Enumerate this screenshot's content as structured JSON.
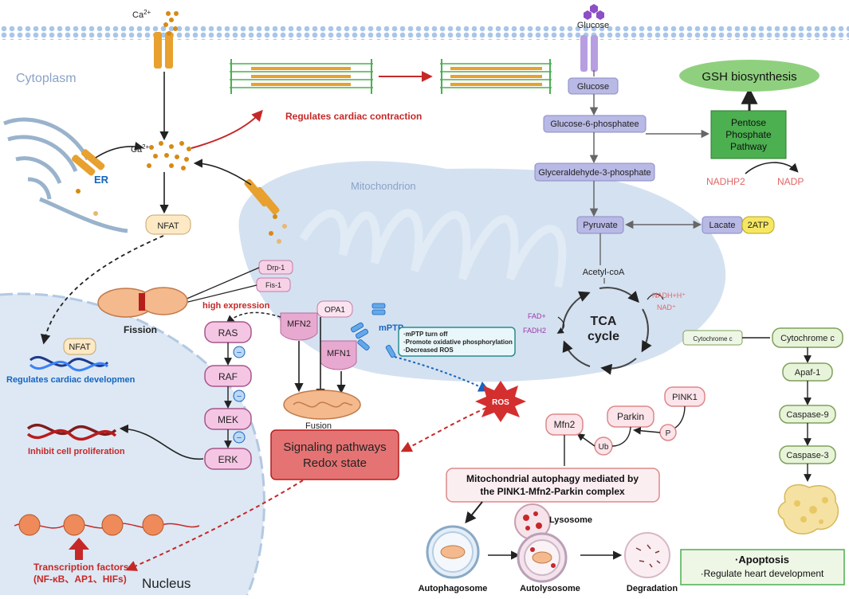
{
  "regions": {
    "cytoplasm": "Cytoplasm",
    "mitochondrion": "Mitochondrion",
    "nucleus": "Nucleus",
    "er": "ER"
  },
  "calcium": {
    "ca_top": "Ca",
    "ca_mid": "Ca",
    "superscript": "2+"
  },
  "contraction": {
    "label": "Regulates cardiac contraction"
  },
  "nfat": {
    "cytoplasm_label": "NFAT",
    "nucleus_label": "NFAT",
    "development": "Regulates cardiac developmen"
  },
  "fission": {
    "drp1": "Drp-1",
    "fis1": "Fis-1",
    "label": "Fission",
    "high_expression": "high expression"
  },
  "fusion": {
    "mfn2": "MFN2",
    "opa1": "OPA1",
    "mfn1": "MFN1",
    "label": "Fusion"
  },
  "mptp": {
    "label": "mPTP",
    "notes": [
      "·mPTP turn off",
      "·Promote oxidative phosphorylation",
      "·Decreased ROS"
    ]
  },
  "cascade": {
    "items": [
      "RAS",
      "RAF",
      "MEK",
      "ERK"
    ],
    "inhibit_symbol": "−"
  },
  "proliferation": "Inhibit cell proliferation",
  "signaling": {
    "line1": "Signaling pathways",
    "line2": "Redox state"
  },
  "ros": "ROS",
  "transcription": {
    "title": "Transcription factors",
    "list": "(NF-κB、AP1、HIFs)"
  },
  "glycolysis": {
    "glucose_outside": "Glucose",
    "glucose": "Glucose",
    "g6p": "Glucose-6-phosphatee",
    "g3p": "Glyceraldehyde-3-phosphate",
    "pyruvate": "Pyruvate",
    "lactate": "Lacate",
    "atp": "2ATP",
    "acetyl": "Acetyl-coA"
  },
  "ppp": {
    "line1": "Pentose",
    "line2": "Phosphate",
    "line3": "Pathway",
    "gsh": "GSH biosynthesis",
    "nadhp2": "NADHP2",
    "nadp": "NADP"
  },
  "tca": {
    "line1": "TCA",
    "line2": "cycle",
    "nadh": "NADH+H⁺",
    "nad": "NAD⁺",
    "fad": "FAD+",
    "fadh2": "FADH2"
  },
  "mitophagy": {
    "pink1": "PINK1",
    "parkin": "Parkin",
    "mfn2": "Mfn2",
    "ub": "Ub",
    "p": "P",
    "box_line1": "Mitochondrial autophagy mediated by",
    "box_line2": "the PINK1-Mfn2-Parkin complex",
    "autophagosome": "Autophagosome",
    "lysosome": "Lysosome",
    "autolysosome": "Autolysosome",
    "degradation": "Degradation"
  },
  "apoptosis": {
    "cytc_inner": "Cytochrome c",
    "cytc": "Cytochrome c",
    "apaf": "Apaf-1",
    "casp9": "Caspase-9",
    "casp3": "Caspase-3",
    "title": "·Apoptosis",
    "subtitle": "·Regulate heart development"
  },
  "colors": {
    "membrane": "#a9c6e8",
    "mito": "#cddcee",
    "nucleus": "#dde8f4",
    "red": "#c62828",
    "blue": "#1565c0",
    "purple_box": "#b9b9e6",
    "green": "#4caf50",
    "pink_box": "#f7d2e6"
  }
}
